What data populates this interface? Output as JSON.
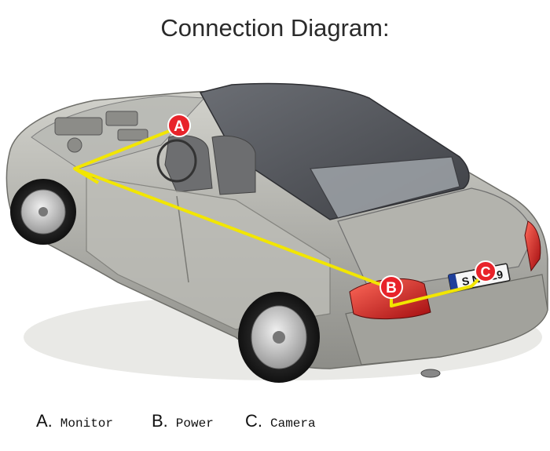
{
  "title": "Connection Diagram:",
  "markers": {
    "monitor": "A",
    "power": "B",
    "camera": "C"
  },
  "license_plate": "S NC 29",
  "legend": [
    {
      "letter": "A.",
      "label": "Monitor"
    },
    {
      "letter": "B.",
      "label": "Power"
    },
    {
      "letter": "C.",
      "label": "Camera"
    }
  ],
  "colors": {
    "wire": "#f2e600",
    "marker": "#e8232a",
    "body": "#a9a9a3",
    "roof": "#4f5258"
  }
}
